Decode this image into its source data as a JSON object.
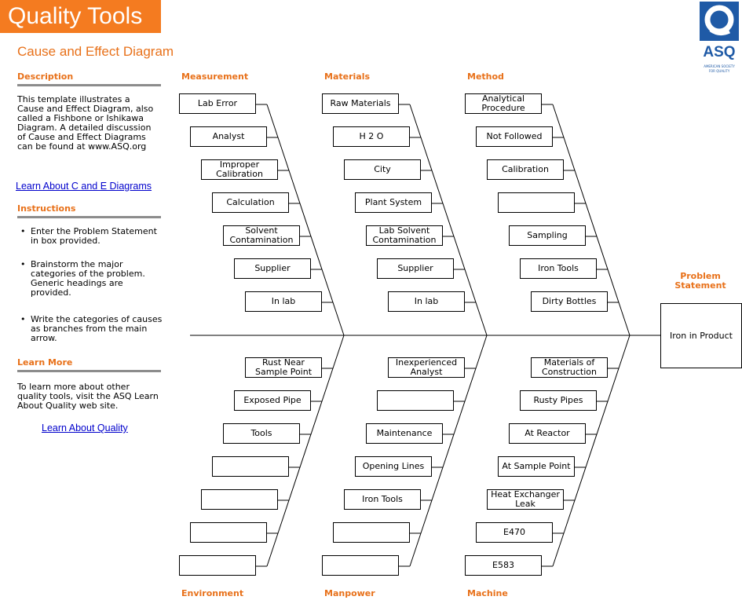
{
  "header": {
    "title": "Quality Tools",
    "subtitle": "Cause and Effect Diagram"
  },
  "logo": {
    "text": "ASQ",
    "tagline_1": "AMERICAN SOCIETY",
    "tagline_2": "FOR QUALITY"
  },
  "sidebar": {
    "description_heading": "Description",
    "description_text": "This template illustrates a Cause and Effect Diagram, also called a Fishbone or Ishikawa Diagram. A detailed discussion of Cause and Effect Diagrams can be found at www.ASQ.org",
    "learn_ce_link": "Learn About C and E Diagrams",
    "instructions_heading": "Instructions",
    "instructions": [
      "Enter the Problem Statement in box provided.",
      "Brainstorm the major categories of the problem. Generic headings are provided.",
      "Write the categories of causes as branches from the main arrow."
    ],
    "learn_more_heading": "Learn More",
    "learn_more_text": "To learn more about other quality tools, visit the ASQ Learn About Quality web site.",
    "learn_quality_link": "Learn About Quality"
  },
  "diagram": {
    "categories": {
      "measurement": "Measurement",
      "materials": "Materials",
      "method": "Method",
      "environment": "Environment",
      "manpower": "Manpower",
      "machine": "Machine"
    },
    "measurement": [
      "Lab Error",
      "Analyst",
      "Improper Calibration",
      "Calculation",
      "Solvent Contamination",
      "Supplier",
      "In lab"
    ],
    "materials": [
      "Raw Materials",
      "H 2 O",
      "City",
      "Plant System",
      "Lab Solvent Contamination",
      "Supplier",
      "In lab"
    ],
    "method": [
      "Analytical Procedure",
      "Not Followed",
      "Calibration",
      "",
      "Sampling",
      "Iron Tools",
      "Dirty Bottles"
    ],
    "environment": [
      "Rust Near Sample Point",
      "Exposed Pipe",
      "Tools",
      "",
      "",
      "",
      ""
    ],
    "manpower": [
      "Inexperienced Analyst",
      "",
      "Maintenance",
      "Opening Lines",
      "Iron Tools",
      "",
      ""
    ],
    "machine": [
      "Materials of Construction",
      "Rusty Pipes",
      "At Reactor",
      "At Sample Point",
      "Heat Exchanger Leak",
      "E470",
      "E583"
    ],
    "problem_label": "Problem Statement",
    "problem": "Iron in Product"
  },
  "colors": {
    "accent": "#f47b20",
    "heading": "#e8711a",
    "rule": "#8c8c8c",
    "link": "#0000cc",
    "logo_blue": "#1f5aa6"
  }
}
